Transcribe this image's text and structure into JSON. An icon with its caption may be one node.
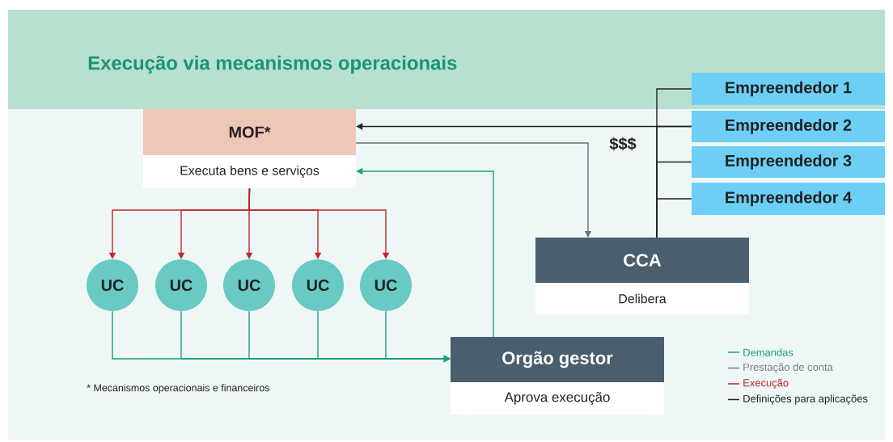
{
  "diagram": {
    "title": "Execução via mecanismos operacionais",
    "nodes": [
      {
        "text": [
          "MOF*",
          "Executa bens e serviços"
        ]
      },
      {
        "text": [
          "UC"
        ]
      },
      {
        "text": [
          "UC"
        ]
      },
      {
        "text": [
          "UC"
        ]
      },
      {
        "text": [
          "UC"
        ]
      },
      {
        "text": [
          "UC"
        ]
      },
      {
        "text": [
          "CCA",
          "Delibera"
        ]
      },
      {
        "text": [
          "Orgão gestor",
          "Aprova execução"
        ]
      },
      {
        "text": [
          "Empreendedor 1"
        ]
      },
      {
        "text": [
          "Empreendedor 2"
        ]
      },
      {
        "text": [
          "Empreendedor 3"
        ]
      },
      {
        "text": [
          "Empreendedor 4"
        ]
      }
    ],
    "edges": [
      {
        "from": 0,
        "to": 1,
        "arrow": "to",
        "color": "#c0272d"
      },
      {
        "from": 0,
        "to": 2,
        "arrow": "to",
        "color": "#c0272d"
      },
      {
        "from": 0,
        "to": 3,
        "arrow": "to",
        "color": "#c0272d"
      },
      {
        "from": 0,
        "to": 4,
        "arrow": "to",
        "color": "#c0272d"
      },
      {
        "from": 0,
        "to": 5,
        "arrow": "to",
        "color": "#c0272d"
      },
      {
        "from": 1,
        "to": 7,
        "arrow": "to",
        "color": "#1a9e7e"
      },
      {
        "from": 2,
        "to": 7,
        "arrow": "to",
        "color": "#1a9e7e"
      },
      {
        "from": 3,
        "to": 7,
        "arrow": "to",
        "color": "#1a9e7e"
      },
      {
        "from": 4,
        "to": 7,
        "arrow": "to",
        "color": "#1a9e7e"
      },
      {
        "from": 5,
        "to": 7,
        "arrow": "to",
        "color": "#1a9e7e"
      },
      {
        "from": 7,
        "to": 0,
        "arrow": "to",
        "color": "#1a9e7e"
      },
      {
        "from": 0,
        "to": 6,
        "arrow": "to",
        "color": "#5f7380"
      },
      {
        "from": 8,
        "to": 6,
        "arrow": "none",
        "color": "#222222"
      },
      {
        "from": 9,
        "to": 6,
        "arrow": "none",
        "color": "#222222"
      },
      {
        "from": 10,
        "to": 6,
        "arrow": "none",
        "color": "#222222"
      },
      {
        "from": 11,
        "to": 6,
        "arrow": "none",
        "color": "#222222"
      },
      {
        "from": 9,
        "to": 0,
        "arrow": "to",
        "color": "#222222",
        "label": "$$$"
      }
    ],
    "labels": [
      "* Mecanismos operacionais e financeiros"
    ],
    "legend": [
      {
        "text": "Demandas",
        "color": "#1a9e7e"
      },
      {
        "text": "Prestação de conta",
        "color": "#6f7f8a"
      },
      {
        "text": "Execução",
        "color": "#c0272d"
      },
      {
        "text": "Definições para aplicações",
        "color": "#222222"
      }
    ]
  }
}
